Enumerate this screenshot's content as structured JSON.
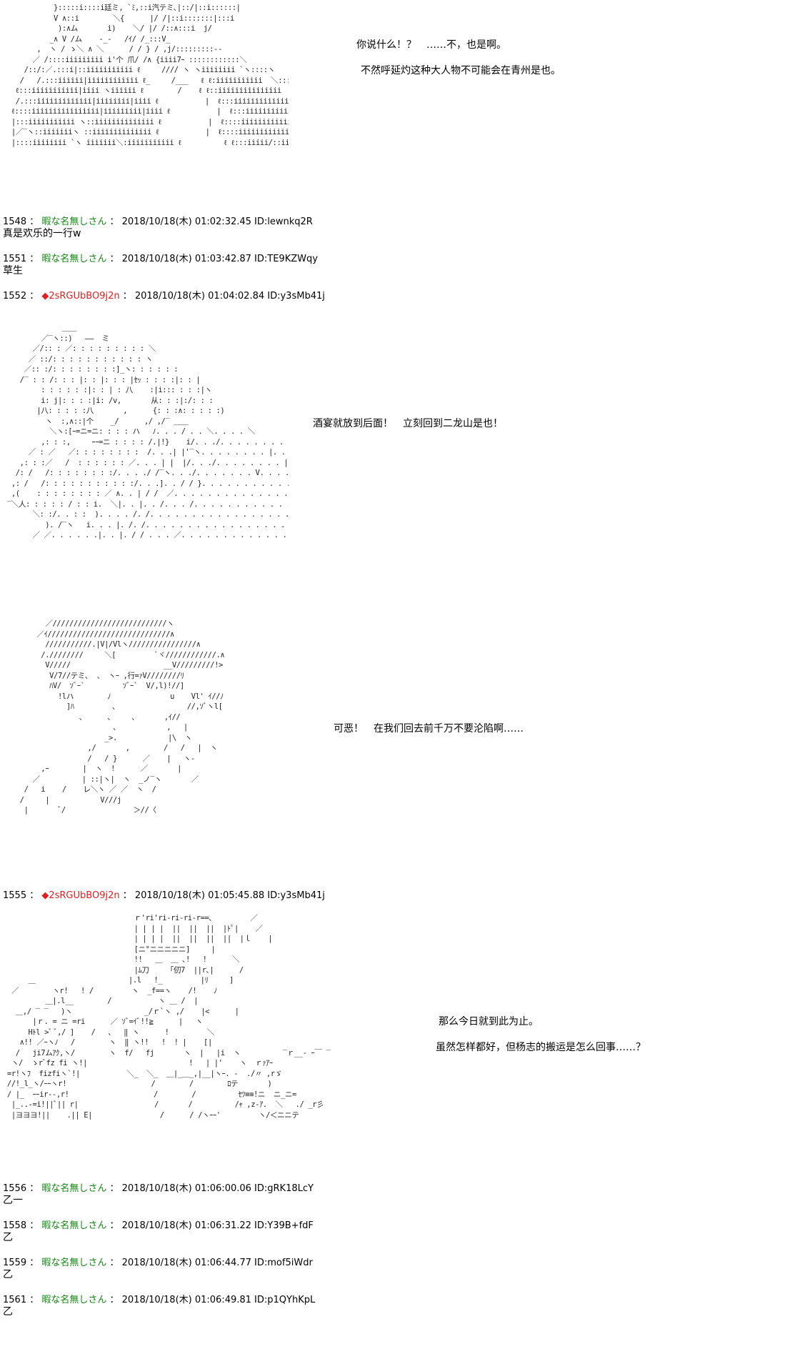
{
  "panel1": {
    "line1": "你说什么！？　……不，也是啊。",
    "line2": "不然呼延灼这种大人物不可能会在青州是也。"
  },
  "posts": [
    {
      "num": "1548",
      "name": "暇な名無しさん",
      "date": "2018/10/18(木) 01:02:32.45",
      "id": "ID:lewnkq2R",
      "body": "真是欢乐的一行w"
    },
    {
      "num": "1551",
      "name": "暇な名無しさん",
      "date": "2018/10/18(木) 01:03:42.87",
      "id": "ID:TE9KZWqy",
      "body": "草生"
    },
    {
      "num": "1552",
      "name": "◆2sRGUbBO9j2n",
      "date": "2018/10/18(木) 01:04:02.84",
      "id": "ID:y3sMb41j",
      "body": ""
    },
    {
      "num": "1555",
      "name": "◆2sRGUbBO9j2n",
      "date": "2018/10/18(木) 01:05:45.88",
      "id": "ID:y3sMb41j",
      "body": ""
    },
    {
      "num": "1556",
      "name": "暇な名無しさん",
      "date": "2018/10/18(木) 01:06:00.06",
      "id": "ID:gRK18LcY",
      "body": "乙一"
    },
    {
      "num": "1558",
      "name": "暇な名無しさん",
      "date": "2018/10/18(木) 01:06:31.22",
      "id": "ID:Y39B+fdF",
      "body": "乙"
    },
    {
      "num": "1559",
      "name": "暇な名無しさん",
      "date": "2018/10/18(木) 01:06:44.77",
      "id": "ID:mof5iWdr",
      "body": "乙"
    },
    {
      "num": "1561",
      "name": "暇な名無しさん",
      "date": "2018/10/18(木) 01:06:49.81",
      "id": "ID:p1QYhKpL",
      "body": "乙"
    }
  ],
  "panel2": {
    "line1": "酒宴就放到后面！　立刻回到二龙山是也！"
  },
  "panel3": {
    "line1": "可恶！　在我们回去前千万不要沦陷啊……"
  },
  "panel4": {
    "line1": "那么今日就到此为止。",
    "line2": "虽然怎样都好，但杨志的搬运是怎么回事……？"
  },
  "art": {
    "a1": "            }:::::i::::i廷ミ, `ﾐ,::i汽テミ､|::/|::i::::::|\n            V ∧::i        ＼{      |/ /|::i:::::::|:::i\n             ):∧ム       i)    ＼/ |/ /::∧:::i  j/\n           _∧ V /ム    -_-   /ｲ/ /_:::V_\n        ,  ヽ / ゝ＼ ∧ ＼      / / } / ,j/:::::::::--\n       ／ /::::iiiiiiiii i'个 爪/ /∧ {iiii7ｰ ::::::::::::＼\n     /::/:／.:::i|::iiiiiiiiiii ℓ     //// ヽ ヽiiiiiiii `ヽ::::ヽ\n    /   /.:::iiiiii|iiiiiiiiiiii ℓ_     /___   ℓ ℓ:iiiiiiiiiii  ＼:::i\n   ℓ:::iiiiiiiiiii|iiii ヽiiiiii ℓ        /    ℓ ℓ::iiiiiiiiiiiiiii\n   /.:::iiiiiiiiiiiii|iiiiiiii|iiii ℓ           |  ℓ:::iiiiiiiiiiiiii|\n  ℓ::::iiiiiiiiiiiiiiii|iiiiiiiii|iiii ℓ           |  ℓ:::iiiiiiiiiiiiiii|\n  |:::iiiiiiiiiii ヽ::iiiiiiiiiiiiii ℓ           |  ℓ::::iiiiiiiiiiiiiii|\n  |／‾ヽ::iiiiiiiヽ ::iiiiiiiiiiiiii ℓ           |  ℓ::::iiiiiiiiiiiiiii|\n  |::::iiiiiiii `ヽ iiiiiii＼:iiiiiiiiiii ℓ          ℓ ℓ:::iiiii/::iiiiiiiii|",
    "a2": "              ＿＿\n         ／‾ヽ::)   ――  ミ\n       ／/:: : ／: : : : : : : : : ＼\n      ／ ::/: : : : : : : : : : : ヽ\n     ／:: :/: : : : : : : :]_ヽ: : : : : :\n    /‾ : : /: : : |: : |: : : |ｾｯ : : : :|: : |\n         : : : : : :|: : | : 八    :|i::: : : :|ヽ\n         i: j|: : : :|i: /v,       从: : :|:/: : :\n        |八: : : : :八       ,      {: : :∧: : : : :)\n          ヽ  :,∧::|个    _/      ,/ ,/‾ ＿＿\n           ＼ヽ:[ｰ=ニ=ニ: : : : ハ   ﾉ. . . / . . ＼. . . . ＼\n         ,: : :,     ｰｰ=ニ : : : : /.|!}    i/. . ./. . . . . . . .\n      ／ : ／   ／: : : : : : : :  /. . .| |'‾ヽ. . . . . . . . |. . . . ／\n    ,: : :／   /  : : : : : : ／. . . | |  |/. . ./. . . . . . . . |. ／\n   /: /   /: : : : : : : :/. . . ./ /‾ヽ. . ./. . . . . . . V. . . . .\n  ,: /   /: : : : : : : : : : :/. . .]. . / / }. . . . . . . . . . . . . . .\n  ,(    : : : : : : : : ／ ∧. . | / /  ／. . . . . . . . . . . . . . V\n ‾＼人: : : : : / : : i.  ＼|. . |. . /. . . /. . . . . . . . . . . . .|\n       ＼: :/. . : :  ). . . . /. /. . . . . . . . . . . . . . . . . . |\n          ). /‾ヽ   i. . . |. /. /. . . . . . . . . . . . . . . . . . .|\n       ／ ／. . . . . .|. . |. / / . . . ／. . . . . . . . . . . . . . . .|",
    "a3": "          ／///////////////////////////ヽ\n        ／ｲ/////////////////////////////∧\n          ///////////.|V|/Vlヽ////////////////∧\n         /.////////     ＼[         `ヾ////////////.∧\n          V/////                      __V/////////!>\n           V/7//テミ､  、 ヽｰ ,行=ｧV////////ﾘ\n           ﾊV/  ｿﾞｰ`         ｿﾞｰ`  V/,l)!//]\n             !lハ        ﾉ              u    Vl' ｲ//ﾉ\n               ]ﾊ         、                //,ｿﾞヽl[\n                  、     、    、      ,ｲ//\n                          、           ,   |\n                        _>.            |\\  ヽ\n                    ,/       ,        /   /   |  ヽ\n                    /   / }      ／    |   ヽ-\n         ,ｰ        |  ヽ  !      ／       |\n       ／          | ::|ヽ|  ヽ  _ノ‾ヽ       ／\n     /   i    /    レ＼ヽ ／ ／  ヽ  /\n    /     |            V///j\n     |       ﾞ/                ＞//〈",
    "a4": "                               ｒ'ri'ri‐ri‐ri‐r==､         ／\n                               | | | |  ||  ||  ||  |ﾄﾟ|    ／\n                               | | | |  ||  ||  ||  ||  |ｌ    |\n                               [ニ°ニニニニニ]     |\n                               !!   ＿  ＿ ､!   !      ＼\n                               |ﾑ刀     ｢仞7  ||r､|      /\n      ＿                      |.l   !_         |ﾘ     ]\n  ／        ヽr!   ! /         ヽ  _f==ヽ    /!    ﾉ\n          ＿|.l__        /           ヽ ＿ /  |\n   ＿,/ ‾ ‾   )ヽ                 _/ｒ`ヽ ,/    |<      |\n       |ｒ. = ニ =ri      ／ ｿﾞ=ｲﾞ!!≧      |   ヽ\n      Hﾄl >ﾞ ﾞ,/ ]    /   、  ‖ ヽ      !         ＼\n    ∧!! ／ｰヽﾉ   /        ヽ  ‖ ヽ!!   !  ! |    [|\n   /   ji7ムｱｸ,ヽ/        ヽ  f/   fj       ヽ  |   |i  ヽ          ‾ｒ__‐ ｰ￣ ‾\n  ヽ/  ゝrﾞfz fi ヽ!|                        !   | |'    ヽ  ｒｧｱｰ\n =r!ヽﾌ  fizfiヽ`!|           ＼_  ＼_  ＿|_＿_,|__|ヽｰ. -  ./〃 ,rゞ\n //!_l_ヽ/ｰｰヽr!                    /        /        ﾛテ       )\n / |_  ｰｰir--,r!                    /        /          ｾﾂ≡≡!ニ  ニ_ニ=\n  |_..-=i!||ﾞ|| r|                  /       /          /ｬ ,z‐ｱ.  ＼   ./ _r彡\n  |ヨヨヨ!||    .|| E|                /      / /ヽｰｰ'         ヽ/＜ニニテ"
  }
}
